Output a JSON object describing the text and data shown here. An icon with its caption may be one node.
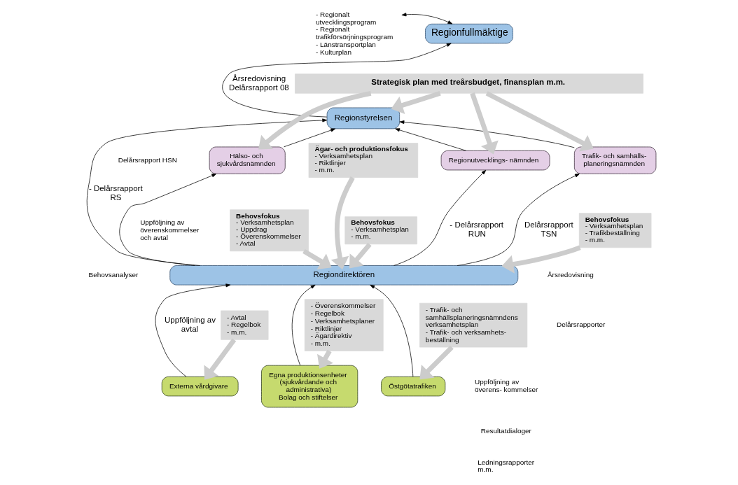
{
  "diagram": {
    "nodes": [
      {
        "text": [
          "Regionfullmäktige"
        ]
      },
      {
        "text": [
          "Regionstyrelsen"
        ]
      },
      {
        "text": [
          "Hälso- och sjukvårdsnämnden"
        ]
      },
      {
        "text": [
          "Regionutvecklings- nämnden"
        ]
      },
      {
        "text": [
          "Trafik- och samhälls- planeringsnämnden"
        ]
      },
      {
        "text": [
          "Regiondirektören"
        ]
      },
      {
        "text": [
          "Externa vårdgivare"
        ]
      },
      {
        "text": [
          "Egna produktionsenheter (sjukvårdande och administrativa)",
          "Bolag och stiftelser"
        ]
      },
      {
        "text": [
          "Östgötatrafiken"
        ]
      },
      {
        "text": [
          "- Regionalt utvecklingsprogram",
          "- Regionalt trafikförsörjningsprogram",
          "- Länstransportplan",
          "- Kulturplan"
        ]
      },
      {
        "text": [
          "Strategisk plan med treårsbudget, finansplan m.m."
        ]
      },
      {
        "text": [
          "Behovsfokus",
          "- Verksamhetsplan",
          "- Uppdrag",
          "- Överenskommelser",
          "- Avtal"
        ]
      },
      {
        "text": [
          "Ägar- och produktionsfokus",
          "- Verksamhetsplan",
          "- Riktlinjer",
          "- m.m."
        ]
      },
      {
        "text": [
          "Behovsfokus",
          "- Verksamhetsplan",
          "- m.m."
        ]
      },
      {
        "text": [
          "Behovsfokus",
          "- Verksamhetsplan",
          "- Trafikbeställning",
          "- m.m."
        ]
      },
      {
        "text": [
          "- Avtal",
          "- Regelbok",
          "- m.m."
        ]
      },
      {
        "text": [
          "- Överenskommelser",
          "- Regelbok",
          "- Verksamhetsplaner",
          "- Riktlinjer",
          "- Ägardirektiv",
          "- m.m."
        ]
      },
      {
        "text": [
          "- Trafik- och samhällsplaneringsnämndens verksamhetsplan",
          "- Trafik- och verksamhets- beställning"
        ]
      }
    ],
    "edges": [
      {
        "from": 9,
        "to": 0,
        "arrow": "both"
      },
      {
        "from": 1,
        "to": 0,
        "arrow": "to",
        "label": "Årsredovisning Delårsrapport 08"
      },
      {
        "from": 10,
        "to": 2,
        "arrow": "to",
        "style": "thick",
        "color": "#cccccc"
      },
      {
        "from": 10,
        "to": 1,
        "arrow": "to",
        "style": "thick",
        "color": "#cccccc"
      },
      {
        "from": 10,
        "to": 3,
        "arrow": "to",
        "style": "thick",
        "color": "#cccccc"
      },
      {
        "from": 10,
        "to": 4,
        "arrow": "to",
        "style": "thick",
        "color": "#cccccc"
      },
      {
        "from": 2,
        "to": 1,
        "arrow": "to"
      },
      {
        "from": 3,
        "to": 1,
        "arrow": "to"
      },
      {
        "from": 4,
        "to": 1,
        "arrow": "to"
      },
      {
        "from": 5,
        "to": 1,
        "arrow": "to",
        "label": "- Delårsrapport RS"
      },
      {
        "from": 5,
        "to": 2,
        "arrow": "to"
      },
      {
        "from": 5,
        "to": 3,
        "arrow": "to",
        "label": "- Delårsrapport RUN"
      },
      {
        "from": 5,
        "to": 4,
        "arrow": "to",
        "label": "Delårsrapport TSN"
      },
      {
        "from": 11,
        "to": 5,
        "arrow": "to",
        "style": "thick",
        "color": "#cccccc"
      },
      {
        "from": 12,
        "to": 5,
        "arrow": "to",
        "style": "thick",
        "color": "#cccccc"
      },
      {
        "from": 13,
        "to": 5,
        "arrow": "to",
        "style": "thick",
        "color": "#cccccc"
      },
      {
        "from": 14,
        "to": 5,
        "arrow": "to",
        "style": "thick",
        "color": "#cccccc"
      },
      {
        "from": 15,
        "to": 6,
        "arrow": "to",
        "style": "thick",
        "color": "#cccccc"
      },
      {
        "from": 16,
        "to": 7,
        "arrow": "to",
        "style": "thick",
        "color": "#cccccc"
      },
      {
        "from": 17,
        "to": 8,
        "arrow": "to",
        "style": "thick",
        "color": "#cccccc"
      },
      {
        "from": 6,
        "to": 5,
        "arrow": "to",
        "label": "Uppföljning av avtal"
      },
      {
        "from": 7,
        "to": 5,
        "arrow": "to"
      },
      {
        "from": 8,
        "to": 5,
        "arrow": "to"
      }
    ],
    "labels": [
      "Delårsrapport HSN",
      "Uppföljning av överenskommelser och avtal",
      "Behovsanalyser",
      "Årsredovisning",
      "Delårsrapporter",
      "Uppföljning av överens- kommelser",
      "Resultatdialoger",
      "Ledningsrapporter m.m."
    ]
  }
}
